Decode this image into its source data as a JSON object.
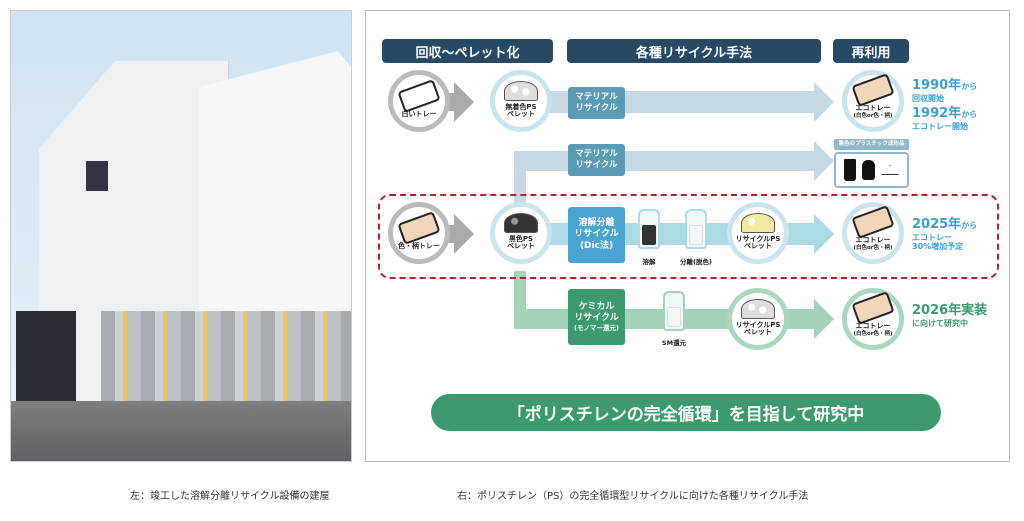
{
  "headers": {
    "collect": "回収〜ペレット化",
    "methods": "各種リサイクル手法",
    "reuse": "再利用"
  },
  "row1": {
    "source": "白いトレー",
    "pellet": [
      "無着色PS",
      "ペレット"
    ],
    "method": [
      "マテリアル",
      "リサイクル"
    ],
    "product": "エコトレー",
    "product_sub": "(白色or色・柄)",
    "note_year1": "1990年",
    "note_kara1": "から",
    "note_text1": "回収開始",
    "note_year2": "1992年",
    "note_kara2": "から",
    "note_text2": "エコトレー開始"
  },
  "row2": {
    "method": [
      "マテリアル",
      "リサイクル"
    ],
    "product_label": "黒色のプラスチック成形品"
  },
  "row3": {
    "source": "色・柄トレー",
    "pellet": [
      "黒色PS",
      "ペレット"
    ],
    "method": [
      "溶解分離",
      "リサイクル",
      "(Dic法)"
    ],
    "bottle1": "溶解",
    "bottle2": "分離(脱色)",
    "recycled": [
      "リサイクルPS",
      "ペレット"
    ],
    "product": "エコトレー",
    "product_sub": "(白色or色・柄)",
    "note_year": "2025年",
    "note_kara": "から",
    "note_text1": "エコトレー",
    "note_text2": "30%増加予定"
  },
  "row4": {
    "method": [
      "ケミカル",
      "リサイクル",
      "(モノマー還元)"
    ],
    "bottle": "SM還元",
    "recycled": [
      "リサイクルPS",
      "ペレット"
    ],
    "product": "エコトレー",
    "product_sub": "(白色or色・柄)",
    "note_year": "2026年実装",
    "note_text": "に向けて研究中"
  },
  "banner": "「ポリスチレンの完全循環」を目指して研究中",
  "captions": {
    "left": "左：竣工した溶解分離リサイクル設備の建屋",
    "right": "右：ポリスチレン（PS）の完全循環型リサイクルに向けた各種リサイクル手法"
  },
  "colors": {
    "navy": "#264a66",
    "blue": "#4aa3d0",
    "steel": "#5a9bb8",
    "green": "#3d9a6e",
    "red_dashed": "#b22222",
    "note_blue": "#3a9fd0",
    "note_green": "#3d9a6e"
  }
}
